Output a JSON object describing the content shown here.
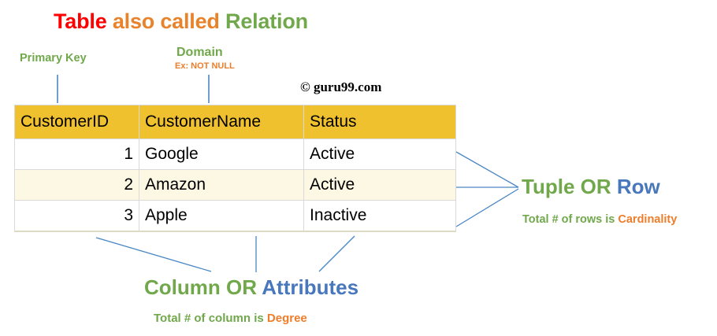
{
  "title": {
    "part1": "Table",
    "part2": "also called",
    "part3": "Relation"
  },
  "annotations": {
    "primary_key": "Primary Key",
    "domain": "Domain",
    "domain_example": "Ex: NOT NULL",
    "tuple_a": "Tuple OR",
    "tuple_b": "Row",
    "cardinality_prefix": "Total # of rows is",
    "cardinality_term": "Cardinality",
    "column_a": "Column OR",
    "column_b": "Attributes",
    "degree_prefix": "Total # of column is",
    "degree_term": "Degree"
  },
  "watermark": "© guru99.com",
  "table": {
    "columns": [
      "CustomerID",
      "CustomerName",
      "Status"
    ],
    "rows": [
      {
        "id": "1",
        "name": "Google",
        "status": "Active"
      },
      {
        "id": "2",
        "name": "Amazon",
        "status": "Active"
      },
      {
        "id": "3",
        "name": "Apple",
        "status": "Inactive"
      }
    ]
  },
  "colors": {
    "red": "#FF0000",
    "orange": "#E8822B",
    "orange_alt": "#ED7D2B",
    "green": "#70A84B",
    "blue": "#4877BC",
    "header_bg": "#EFC12E",
    "row_alt_bg": "#FDF8E3",
    "border": "#D9D9D9",
    "connector": "#4A87C4"
  }
}
